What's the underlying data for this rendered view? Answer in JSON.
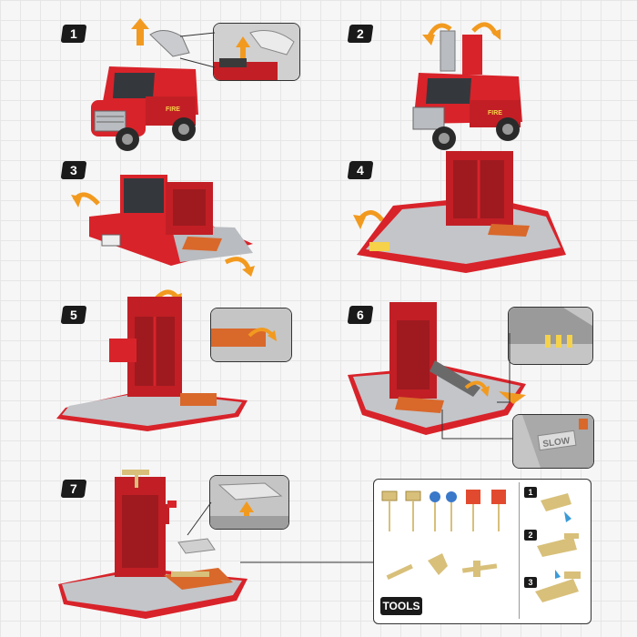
{
  "steps": [
    {
      "number": "1"
    },
    {
      "number": "2"
    },
    {
      "number": "3"
    },
    {
      "number": "4"
    },
    {
      "number": "5"
    },
    {
      "number": "6"
    },
    {
      "number": "7"
    }
  ],
  "truck_text": {
    "fire": "FIRE"
  },
  "sign_text": {
    "slow": "SLOW"
  },
  "tools": {
    "label": "TOOLS",
    "sub_steps": [
      "1",
      "2",
      "3"
    ]
  },
  "colors": {
    "red": "#d8232a",
    "dark_red": "#9e1a1f",
    "gray": "#b9bcc0",
    "orange_arrow": "#f29a1f",
    "tan": "#d8c07a"
  },
  "icons": [
    "up-arrow-icon",
    "curved-arrow-icon",
    "slow-sign-icon",
    "fire-sign-icon",
    "blue-arrow-sign-icon"
  ]
}
